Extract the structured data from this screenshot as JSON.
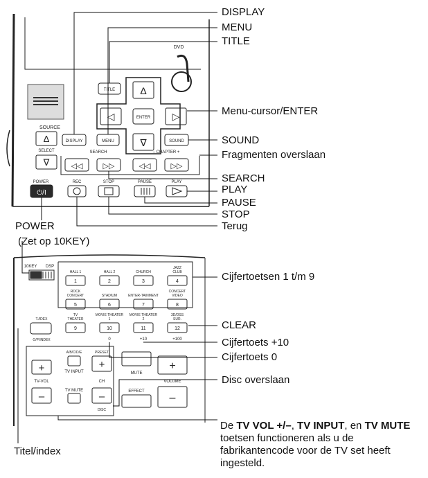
{
  "callouts": {
    "display": "DISPLAY",
    "menu": "MENU",
    "title": "TITLE",
    "menu_cursor_enter": "Menu-cursor/ENTER",
    "sound": "SOUND",
    "skip_chapters": "Fragmenten overslaan",
    "search": "SEARCH",
    "play": "PLAY",
    "pause": "PAUSE",
    "stop": "STOP",
    "back": "Terug",
    "power": "POWER",
    "set_10key": "(Zet op 10KEY)",
    "number_keys": "Cijfertoetsen 1 t/m 9",
    "clear": "CLEAR",
    "number_plus10": "Cijfertoets +10",
    "number_0": "Cijfertoets 0",
    "disc_skip": "Disc overslaan",
    "title_index": "Titel/index"
  },
  "note": {
    "p1": "De ",
    "b1": "TV VOL +/–",
    "p2": ", ",
    "b2": "TV INPUT",
    "p3": ", en ",
    "b3": "TV MUTE",
    "p4": " toetsen functioneren als u de fabrikantencode voor de TV set heeft ingesteld."
  },
  "remote": {
    "dvd": "DVD",
    "source": "SOURCE",
    "select": "SELECT",
    "up": "Δ",
    "down": "∇",
    "left": "◁",
    "right": "▷",
    "title_btn": "TITLE",
    "display_btn": "DISPLAY",
    "menu_btn": "MENU",
    "enter_btn": "ENTER",
    "sound_btn": "SOUND",
    "search": "SEARCH",
    "chapter": "–  CHAPTER  +",
    "rew": "◁◁",
    "fwd": "▷▷",
    "power": "POWER",
    "rec": "REC",
    "stop": "STOP",
    "pause": "PAUSE",
    "play": "PLAY",
    "power_sym": "⏻/I",
    "key10": "10KEY",
    "dsp": "DSP",
    "t_index_top": "T./IDEX",
    "t_index_bot": "O/P/INDEX",
    "keys": [
      {
        "top": "HALL 1",
        "num": "1"
      },
      {
        "top": "HALL 2",
        "num": "2"
      },
      {
        "top": "CHURCH",
        "num": "3"
      },
      {
        "top": "JAZZ CLUB",
        "num": "4"
      },
      {
        "top": "ROCK CONCERT",
        "num": "5"
      },
      {
        "top": "STADIUM",
        "num": "6"
      },
      {
        "top": "ENTER-TAINMENT",
        "num": "7"
      },
      {
        "top": "CONCERT VIDEO",
        "num": "8"
      },
      {
        "top": "TV THEATER",
        "num": "9"
      },
      {
        "top": "MOVIE THEATER 1",
        "num": "10"
      },
      {
        "top": "MOVIE THEATER 2",
        "num": "11"
      },
      {
        "top": "3D/DSS SUR.",
        "num": "12"
      }
    ],
    "key_sub_10": "0",
    "key_sub_11": "+10",
    "key_sub_12": "+100",
    "abcde": "A/B/C/D/E",
    "preset": "PRESET",
    "tv_input": "TV INPUT",
    "tv_vol": "TV-VOL",
    "tv_mute": "TV MUTE",
    "ch": "CH",
    "disc": "DISC",
    "mute": "MUTE",
    "effect": "EFFECT",
    "volume": "VOLUME",
    "plus": "+",
    "minus": "–"
  }
}
